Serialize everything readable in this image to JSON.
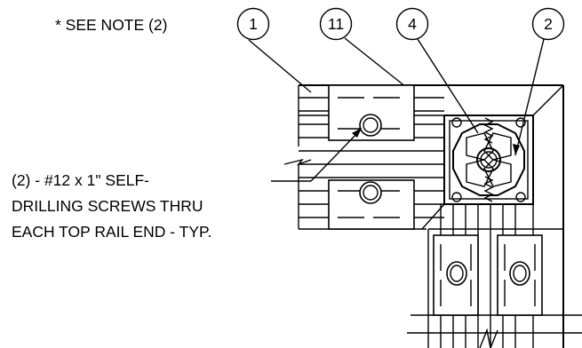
{
  "note": "* SEE NOTE (2)",
  "callouts": [
    {
      "label": "1"
    },
    {
      "label": "11"
    },
    {
      "label": "4"
    },
    {
      "label": "2"
    }
  ],
  "screw_note": {
    "line1": "(2) - #12 x 1\" SELF-",
    "line2": "DRILLING SCREWS THRU",
    "line3": "EACH TOP RAIL END - TYP."
  }
}
